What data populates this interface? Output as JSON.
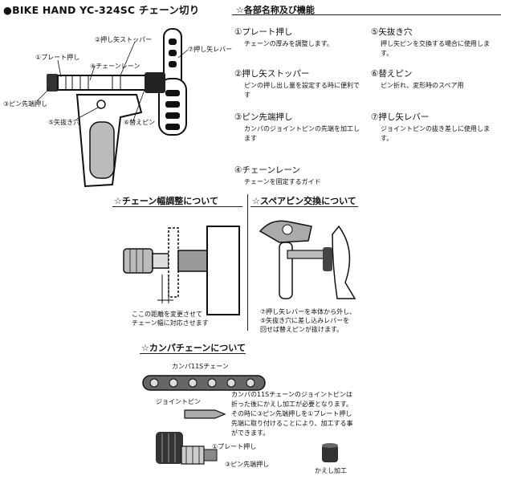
{
  "title": "●BIKE HAND  YC-324SC  チェーン切り",
  "tool_labels": {
    "plate_push": "①プレート押し",
    "push_pin_stopper": "②押し矢ストッパー",
    "chain_lane": "④チェーンレーン",
    "push_pin_lever": "⑦押し矢レバー",
    "pin_tip_push": "③ピン先端押し",
    "pin_hole": "⑤矢抜き穴",
    "spare_pin": "⑥替えピン"
  },
  "parts": {
    "heading": "☆各部名称及び機能",
    "items": [
      {
        "name": "①プレート押し",
        "desc": "チェーンの厚みを調整します。"
      },
      {
        "name": "②押し矢ストッパー",
        "desc": "ピンの押し出し量を設定する時に便利です"
      },
      {
        "name": "③ピン先端押し",
        "desc": "カンパのジョイントピンの先端を加工します"
      },
      {
        "name": "④チェーンレーン",
        "desc": "チェーンを固定するガイド"
      },
      {
        "name": "⑤矢抜き穴",
        "desc": "押し矢ピンを交換する場合に使用します。"
      },
      {
        "name": "⑥替えピン",
        "desc": "ピン折れ、変形時のスペア用"
      },
      {
        "name": "⑦押し矢レバー",
        "desc": "ジョイントピンの抜き差しに使用します。"
      }
    ]
  },
  "width_adjust": {
    "heading": "☆チェーン幅調整について",
    "caption_line1": "ここの距離を変更させて",
    "caption_line2": "チェーン幅に対応させます"
  },
  "spare_pin": {
    "heading": "☆スペアピン交換について",
    "caption_line1": "⑦押し矢レバーを本体から外し、",
    "caption_line2": "⑤矢抜き穴に差し込みレバーを",
    "caption_line3": "回せば替えピンが抜けます。"
  },
  "campa": {
    "heading": "☆カンパチェーンについて",
    "chain_label": "カンパ11Sチェーン",
    "joint_pin_label": "ジョイントピン",
    "plate_push_label": "①プレート押し",
    "pin_tip_label": "③ピン先端押し",
    "kaeshi_label": "かえし加工",
    "para_lines": [
      "カンパの11Sチェーンのジョイントピンは",
      "折った後にかえし加工が必要となります。",
      "その時に③ピン先端押しを①プレート押し",
      "先端に取り付けることにより、加工する事",
      "ができます。"
    ]
  }
}
